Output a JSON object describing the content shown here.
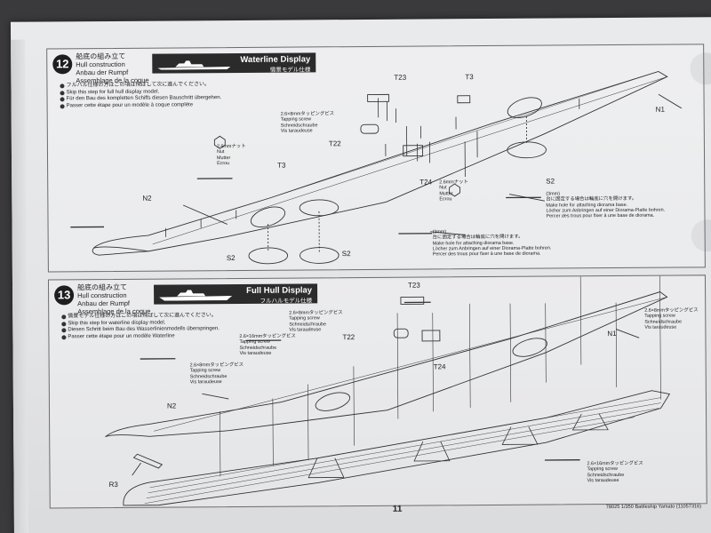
{
  "page_number": "11",
  "footer": "78025 1/350 Battleship Yamato (11057316)",
  "step12": {
    "number": "12",
    "title": {
      "jp": "船底の組み立て",
      "en": "Hull construction",
      "de": "Anbau der Rumpf",
      "fr": "Assemblage de la coque"
    },
    "banner": {
      "title": "Waterline Display",
      "subtitle": "情景モデル仕様"
    },
    "notes": [
      "フルハル仕様の方はこの項は飛ばして次に進んでください。",
      "Skip this step for full hull display model.",
      "Für den Bau des kompletten Schiffs diesen Bauschritt übergehen.",
      "Passer cette étape pour un modèle à coque complète"
    ],
    "labels": {
      "t23": "T23",
      "t3_top": "T3",
      "t3_mid": "T3",
      "t22": "T22",
      "t24": "T24",
      "n1": "N1",
      "n2": "N2",
      "s2_right": "S2",
      "s2_left": "S2",
      "s2_mid": "S2"
    },
    "screw_callout": {
      "jp": "2.6×8mmタッピングビス",
      "en": "Tapping screw",
      "de": "Schneidschraube",
      "fr": "Vis taraudeuse"
    },
    "nut_left": {
      "jp": "2.6mmナット",
      "en": "Nut",
      "de": "Mutter",
      "fr": "Ecrou"
    },
    "nut_right": {
      "jp": "2.6mmナット",
      "en": "Nut",
      "de": "Mutter",
      "fr": "Ecrou"
    },
    "hole_note_right": {
      "size": "(3mm)",
      "jp": "台に固定する場合は輪底に穴を開けます。",
      "en": "Make hole for attaching diorama base.",
      "de": "Löcher zum Anbringen auf einer Diorama-Platte bohren.",
      "fr": "Percer des trous pour fixer à une base de diorama."
    },
    "hole_note_bottom": {
      "size": "(3mm)",
      "jp": "台に固定する場合は輪底に穴を開けます。",
      "en": "Make hole for attaching diorama base.",
      "de": "Löcher zum Anbringen auf einer Diorama-Platte bohren.",
      "fr": "Percer des trous pour fixer à une base de diorama."
    }
  },
  "step13": {
    "number": "13",
    "title": {
      "jp": "船底の組み立て",
      "en": "Hull construction",
      "de": "Anbau der Rumpf",
      "fr": "Assemblage de la coque"
    },
    "banner": {
      "title": "Full Hull Display",
      "subtitle": "フルハルモデル仕様"
    },
    "notes": [
      "情景モデル仕様の方はこの項は飛ばして次に進んでください。",
      "Skip this step for waterline display model.",
      "Diesen Schritt beim Bau des Wasserlinienmodells überspringen.",
      "Passer cette étape pour un modèle Waterline"
    ],
    "labels": {
      "t23": "T23",
      "t22": "T22",
      "t24": "T24",
      "n1": "N1",
      "n2": "N2",
      "r3": "R3"
    },
    "screw_top": {
      "jp": "2.6×8mmタッピングビス",
      "en": "Tapping screw",
      "de": "Schneidschraube",
      "fr": "Vis taraudeuse"
    },
    "screw_mid": {
      "jp": "2.6×16mmタッピングビス",
      "en": "Tapping screw",
      "de": "Schneidschraube",
      "fr": "Vis taraudeuse"
    },
    "screw_left": {
      "jp": "2.6×8mmタッピングビス",
      "en": "Tapping screw",
      "de": "Schneidschraube",
      "fr": "Vis taraudeuse"
    },
    "screw_right_top": {
      "jp": "2.6×8mmタッピングビス",
      "en": "Tapping screw",
      "de": "Schneidschraube",
      "fr": "Vis taraudeuse"
    },
    "screw_right_bottom": {
      "jp": "2.6×16mmタッピングビス",
      "en": "Tapping screw",
      "de": "Schneidschraube",
      "fr": "Vis taraudeuse"
    }
  }
}
